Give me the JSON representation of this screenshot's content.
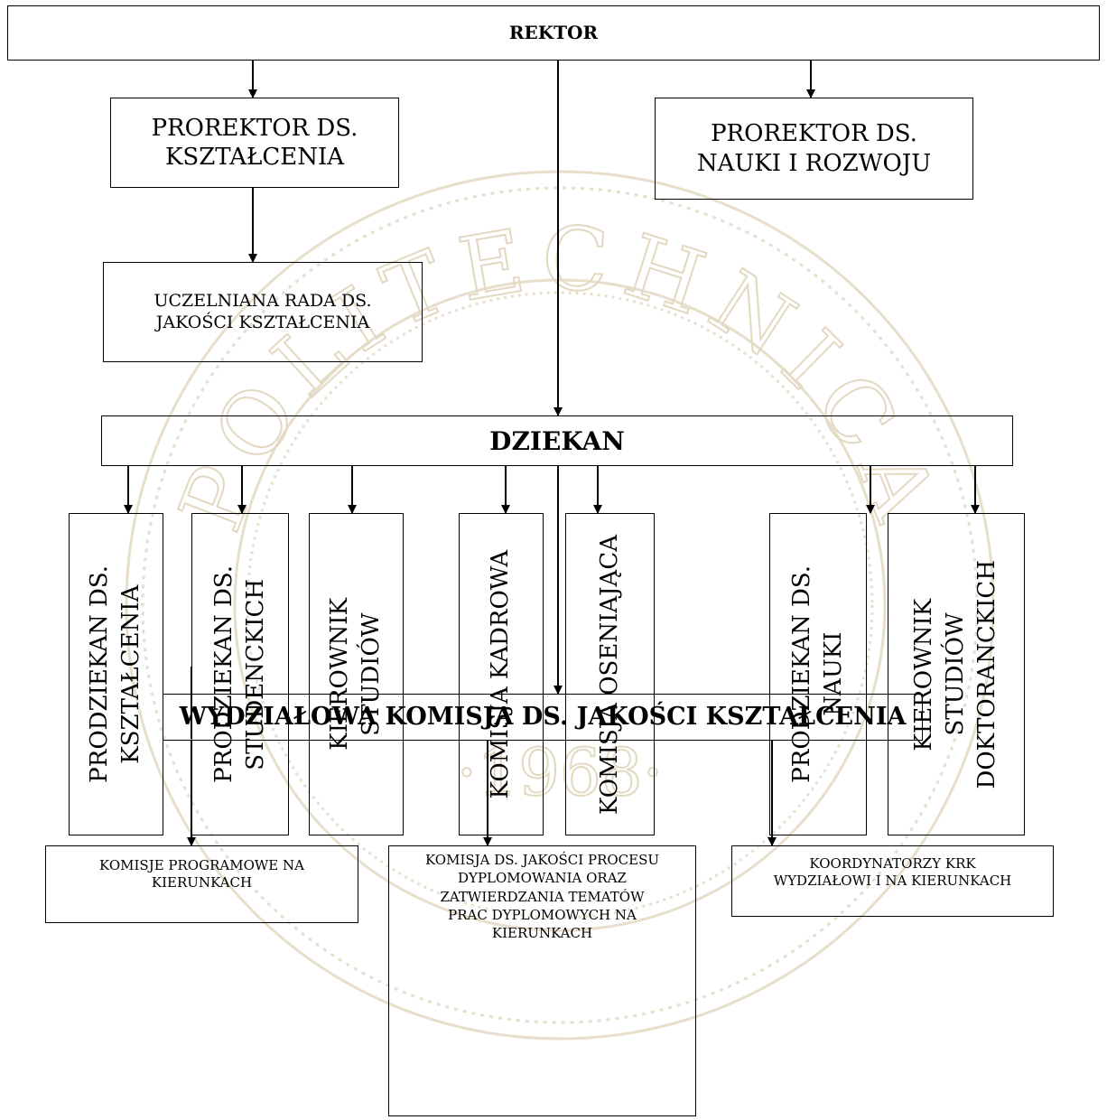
{
  "rektor": "REKTOR",
  "prorektor_ksztalcenia": [
    "PROREKTOR DS.",
    "KSZTAŁCENIA"
  ],
  "prorektor_nauki": [
    "PROREKTOR DS.",
    "NAUKI I ROZWOJU"
  ],
  "uczelniana_rada": [
    "UCZELNIANA RADA DS.",
    "JAKOŚCI KSZTAŁCENIA"
  ],
  "dziekan": "DZIEKAN",
  "units": [
    {
      "lines": [
        "PRODZIEKAN DS.",
        "KSZTAŁCENIA"
      ]
    },
    {
      "lines": [
        "PRODZIEKAN DS.",
        "STUDENCKICH"
      ]
    },
    {
      "lines": [
        "KIEROWNIK",
        "STUDIÓW"
      ]
    },
    {
      "lines": [
        "KOMISJA KADROWA"
      ]
    },
    {
      "lines": [
        "KOMISJA OSENIAJĄCA"
      ]
    },
    {
      "lines": [
        "PRODZIEKAN DS.",
        "NAUKI"
      ]
    },
    {
      "lines": [
        "KIEROWNIK",
        "STUDIÓW",
        "DOKTORANCKICH"
      ]
    }
  ],
  "wydzialowa_komisja": "WYDZIAŁOWA KOMISJA DS. JAKOŚCI KSZTAŁCENIA",
  "bottom": [
    [
      "KOMISJE PROGRAMOWE NA",
      "KIERUNKACH"
    ],
    [
      "KOMISJA DS. JAKOŚCI PROCESU",
      "DYPLOMOWANIA ORAZ",
      "ZATWIERDZANIA TEMATÓW",
      "PRAC DYPLOMOWYCH NA",
      "KIERUNKACH"
    ],
    [
      "KOORDYNATORZY KRK",
      "WYDZIAŁOWI I NA KIERUNKACH"
    ]
  ],
  "watermark": {
    "text_top": "POLITECHNICA",
    "year": "·1968·",
    "color": "#d9cdb0"
  }
}
